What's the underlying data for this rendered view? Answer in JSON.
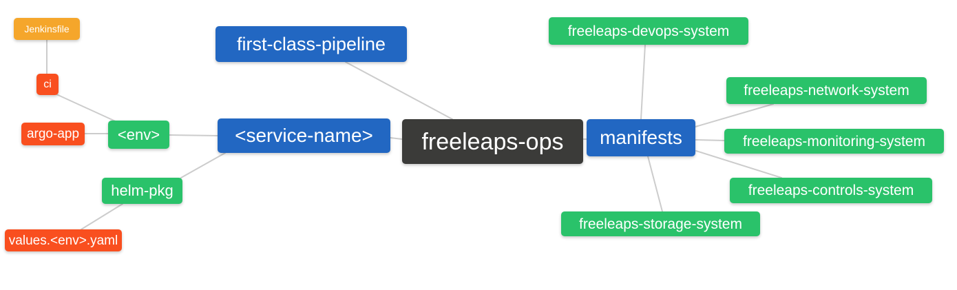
{
  "diagram": {
    "type": "mindmap",
    "root_label": "freeleaps-ops",
    "palette": {
      "root": "#3b3b39",
      "branch": "#2267c2",
      "leaf": "#2ac26a",
      "file": "#f94f1f",
      "jenkinsfile": "#f5a62b",
      "edge": "#cccccc",
      "text": "#ffffff",
      "background": "#ffffff"
    },
    "nodes": {
      "jenkinsfile": {
        "label": "Jenkinsfile"
      },
      "ci": {
        "label": "ci"
      },
      "argo_app": {
        "label": "argo-app"
      },
      "env": {
        "label": "<env>"
      },
      "helm_pkg": {
        "label": "helm-pkg"
      },
      "values_yaml": {
        "label": "values.<env>.yaml"
      },
      "first_class_pipeline": {
        "label": "first-class-pipeline"
      },
      "service_name": {
        "label": "<service-name>"
      },
      "freeleaps_ops": {
        "label": "freeleaps-ops"
      },
      "manifests": {
        "label": "manifests"
      },
      "devops_system": {
        "label": "freeleaps-devops-system"
      },
      "network_system": {
        "label": "freeleaps-network-system"
      },
      "monitoring_system": {
        "label": "freeleaps-monitoring-system"
      },
      "controls_system": {
        "label": "freeleaps-controls-system"
      },
      "storage_system": {
        "label": "freeleaps-storage-system"
      }
    },
    "edges": [
      {
        "from": "jenkinsfile",
        "to": "ci"
      },
      {
        "from": "ci",
        "to": "env"
      },
      {
        "from": "argo_app",
        "to": "env"
      },
      {
        "from": "env",
        "to": "service_name"
      },
      {
        "from": "helm_pkg",
        "to": "service_name"
      },
      {
        "from": "values_yaml",
        "to": "helm_pkg"
      },
      {
        "from": "first_class_pipeline",
        "to": "freeleaps_ops"
      },
      {
        "from": "service_name",
        "to": "freeleaps_ops"
      },
      {
        "from": "freeleaps_ops",
        "to": "manifests"
      },
      {
        "from": "manifests",
        "to": "devops_system"
      },
      {
        "from": "manifests",
        "to": "network_system"
      },
      {
        "from": "manifests",
        "to": "monitoring_system"
      },
      {
        "from": "manifests",
        "to": "controls_system"
      },
      {
        "from": "manifests",
        "to": "storage_system"
      }
    ]
  }
}
